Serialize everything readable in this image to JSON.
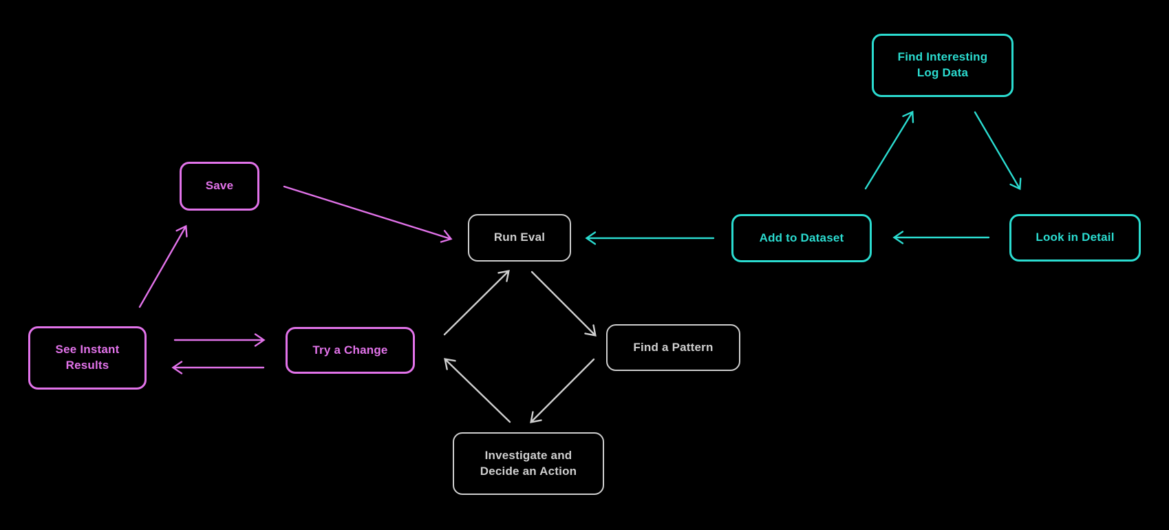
{
  "diagram": {
    "background": "#000000",
    "colors": {
      "magenta": "#E273EA",
      "cyan": "#2BDCD0",
      "gray": "#CFCFCF"
    },
    "nodes": {
      "save": {
        "label": "Save",
        "color": "magenta"
      },
      "see_instant_results": {
        "label": [
          "See Instant",
          "Results"
        ],
        "color": "magenta"
      },
      "try_a_change": {
        "label": "Try a Change",
        "color": "magenta"
      },
      "run_eval": {
        "label": "Run Eval",
        "color": "gray"
      },
      "find_a_pattern": {
        "label": "Find a Pattern",
        "color": "gray"
      },
      "investigate_and_decide_an_action": {
        "label": [
          "Investigate and",
          "Decide an Action"
        ],
        "color": "gray"
      },
      "find_interesting_log_data": {
        "label": [
          "Find Interesting",
          "Log Data"
        ],
        "color": "cyan"
      },
      "add_to_dataset": {
        "label": "Add to Dataset",
        "color": "cyan"
      },
      "look_in_detail": {
        "label": "Look in Detail",
        "color": "cyan"
      }
    },
    "edges": [
      {
        "from": "see_instant_results",
        "to": "save",
        "color": "magenta"
      },
      {
        "from": "save",
        "to": "run_eval",
        "color": "magenta"
      },
      {
        "from": "see_instant_results",
        "to": "try_a_change",
        "color": "magenta"
      },
      {
        "from": "try_a_change",
        "to": "see_instant_results",
        "color": "magenta"
      },
      {
        "from": "try_a_change",
        "to": "run_eval",
        "color": "gray"
      },
      {
        "from": "run_eval",
        "to": "find_a_pattern",
        "color": "gray"
      },
      {
        "from": "find_a_pattern",
        "to": "investigate_and_decide_an_action",
        "color": "gray"
      },
      {
        "from": "investigate_and_decide_an_action",
        "to": "try_a_change",
        "color": "gray"
      },
      {
        "from": "add_to_dataset",
        "to": "run_eval",
        "color": "cyan"
      },
      {
        "from": "look_in_detail",
        "to": "add_to_dataset",
        "color": "cyan"
      },
      {
        "from": "add_to_dataset",
        "to": "find_interesting_log_data",
        "color": "cyan"
      },
      {
        "from": "find_interesting_log_data",
        "to": "look_in_detail",
        "color": "cyan"
      }
    ]
  }
}
